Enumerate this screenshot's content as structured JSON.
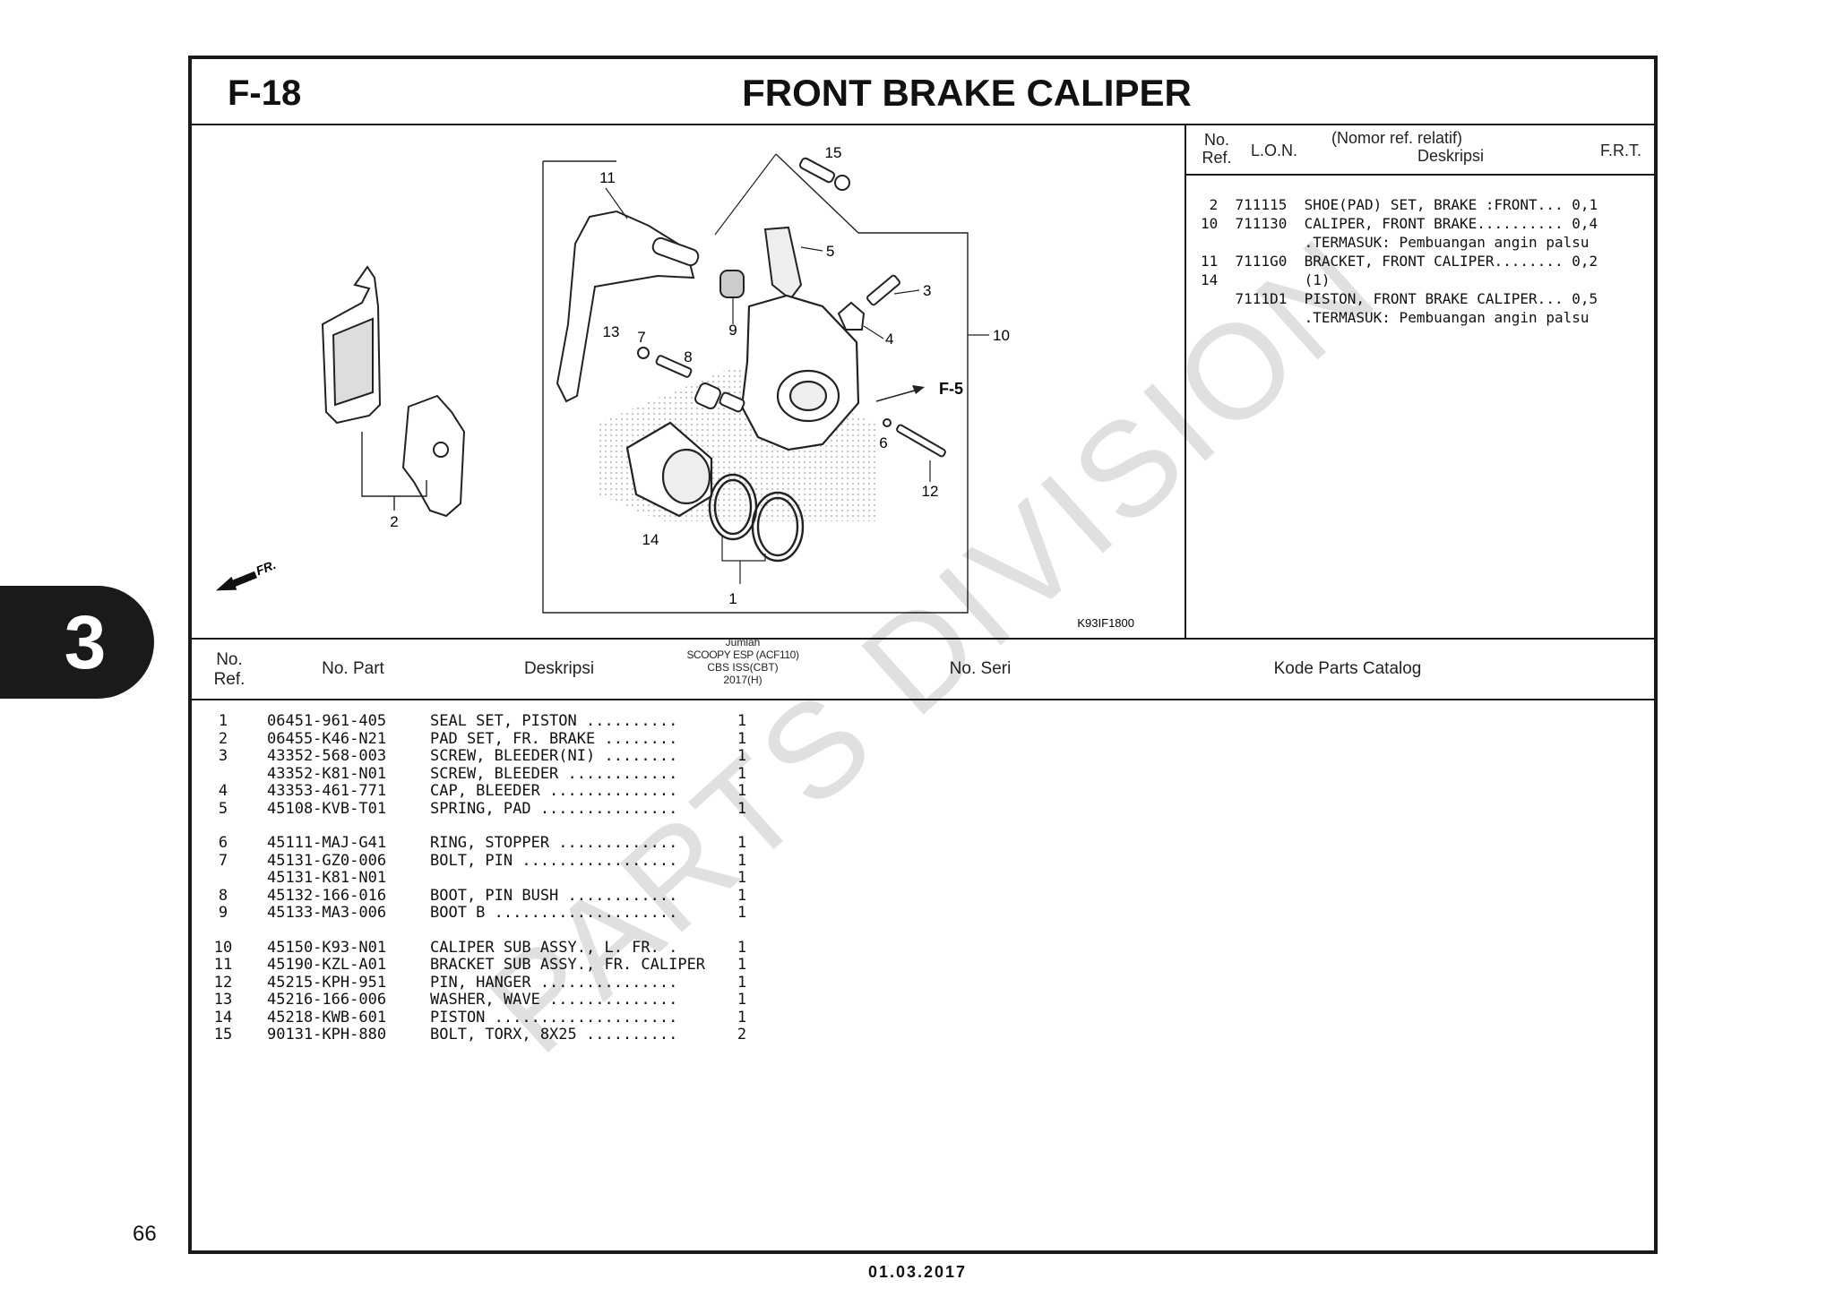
{
  "section": {
    "code": "F-18",
    "title": "FRONT BRAKE CALIPER"
  },
  "chapter_tab": "3",
  "page_number": "66",
  "footer_date": "01.03.2017",
  "watermark": "PARTS DIVISION",
  "diagram": {
    "image_code": "K93IF1800",
    "callouts": [
      "1",
      "2",
      "3",
      "4",
      "5",
      "6",
      "7",
      "8",
      "9",
      "10",
      "11",
      "12",
      "13",
      "14",
      "15"
    ],
    "fr_label": "FR.",
    "ref_label": "F-5"
  },
  "ref_table": {
    "headers": {
      "no": "No.",
      "ref": "Ref.",
      "lon": "L.O.N.",
      "nomor": "(Nomor ref. relatif)",
      "deskripsi": "Deskripsi",
      "frt": "F.R.T."
    },
    "rows": [
      " 2  711115  SHOE(PAD) SET, BRAKE :FRONT... 0,1",
      "10  711130  CALIPER, FRONT BRAKE.......... 0,4",
      "            .TERMASUK: Pembuangan angin palsu",
      "11  7111G0  BRACKET, FRONT CALIPER........ 0,2",
      "14          (1)",
      "    7111D1  PISTON, FRONT BRAKE CALIPER... 0,5",
      "            .TERMASUK: Pembuangan angin palsu"
    ]
  },
  "parts_table": {
    "headers": {
      "no": "No.",
      "ref": "Ref.",
      "no_part": "No. Part",
      "deskripsi": "Deskripsi",
      "jumlah": "Jumlah",
      "model": "SCOOPY ESP (ACF110)",
      "variant": "CBS ISS(CBT)",
      "year": "2017(H)",
      "no_seri": "No. Seri",
      "kode": "Kode Parts Catalog"
    },
    "rows": [
      {
        "ref": "1",
        "part": "06451-961-405",
        "desc": "SEAL SET, PISTON ..........",
        "qty": "1"
      },
      {
        "ref": "2",
        "part": "06455-K46-N21",
        "desc": "PAD SET, FR. BRAKE ........",
        "qty": "1"
      },
      {
        "ref": "3",
        "part": "43352-568-003",
        "desc": "SCREW, BLEEDER(NI) ........",
        "qty": "1"
      },
      {
        "ref": "",
        "part": "43352-K81-N01",
        "desc": "SCREW, BLEEDER ............",
        "qty": "1"
      },
      {
        "ref": "4",
        "part": "43353-461-771",
        "desc": "CAP, BLEEDER ..............",
        "qty": "1"
      },
      {
        "ref": "5",
        "part": "45108-KVB-T01",
        "desc": "SPRING, PAD ...............",
        "qty": "1"
      },
      {
        "ref": "6",
        "part": "45111-MAJ-G41",
        "desc": "RING, STOPPER .............",
        "qty": "1"
      },
      {
        "ref": "7",
        "part": "45131-GZ0-006",
        "desc": "BOLT, PIN .................",
        "qty": "1"
      },
      {
        "ref": "",
        "part": "45131-K81-N01",
        "desc": "",
        "qty": "1"
      },
      {
        "ref": "8",
        "part": "45132-166-016",
        "desc": "BOOT, PIN BUSH ............",
        "qty": "1"
      },
      {
        "ref": "9",
        "part": "45133-MA3-006",
        "desc": "BOOT B ....................",
        "qty": "1"
      },
      {
        "ref": "10",
        "part": "45150-K93-N01",
        "desc": "CALIPER SUB ASSY., L. FR. .",
        "qty": "1"
      },
      {
        "ref": "11",
        "part": "45190-KZL-A01",
        "desc": "BRACKET SUB ASSY., FR. CALIPER",
        "qty": "1"
      },
      {
        "ref": "12",
        "part": "45215-KPH-951",
        "desc": "PIN, HANGER ...............",
        "qty": "1"
      },
      {
        "ref": "13",
        "part": "45216-166-006",
        "desc": "WASHER, WAVE ..............",
        "qty": "1"
      },
      {
        "ref": "14",
        "part": "45218-KWB-601",
        "desc": "PISTON ....................",
        "qty": "1"
      },
      {
        "ref": "15",
        "part": "90131-KPH-880",
        "desc": "BOLT, TORX, 8X25 ..........",
        "qty": "2"
      }
    ]
  }
}
